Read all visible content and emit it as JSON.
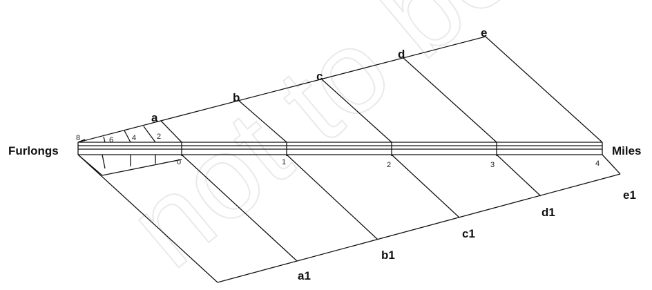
{
  "diagram": {
    "side_labels": {
      "left": "Furlongs",
      "right": "Miles"
    },
    "upper_points": [
      "a",
      "b",
      "c",
      "d",
      "e"
    ],
    "lower_points": [
      "a1",
      "b1",
      "c1",
      "d1",
      "e1"
    ],
    "mile_ticks": [
      "0",
      "1",
      "2",
      "3",
      "4"
    ],
    "furlong_ticks": [
      "8",
      "6",
      "4",
      "2"
    ],
    "watermark_text": "not to be"
  }
}
